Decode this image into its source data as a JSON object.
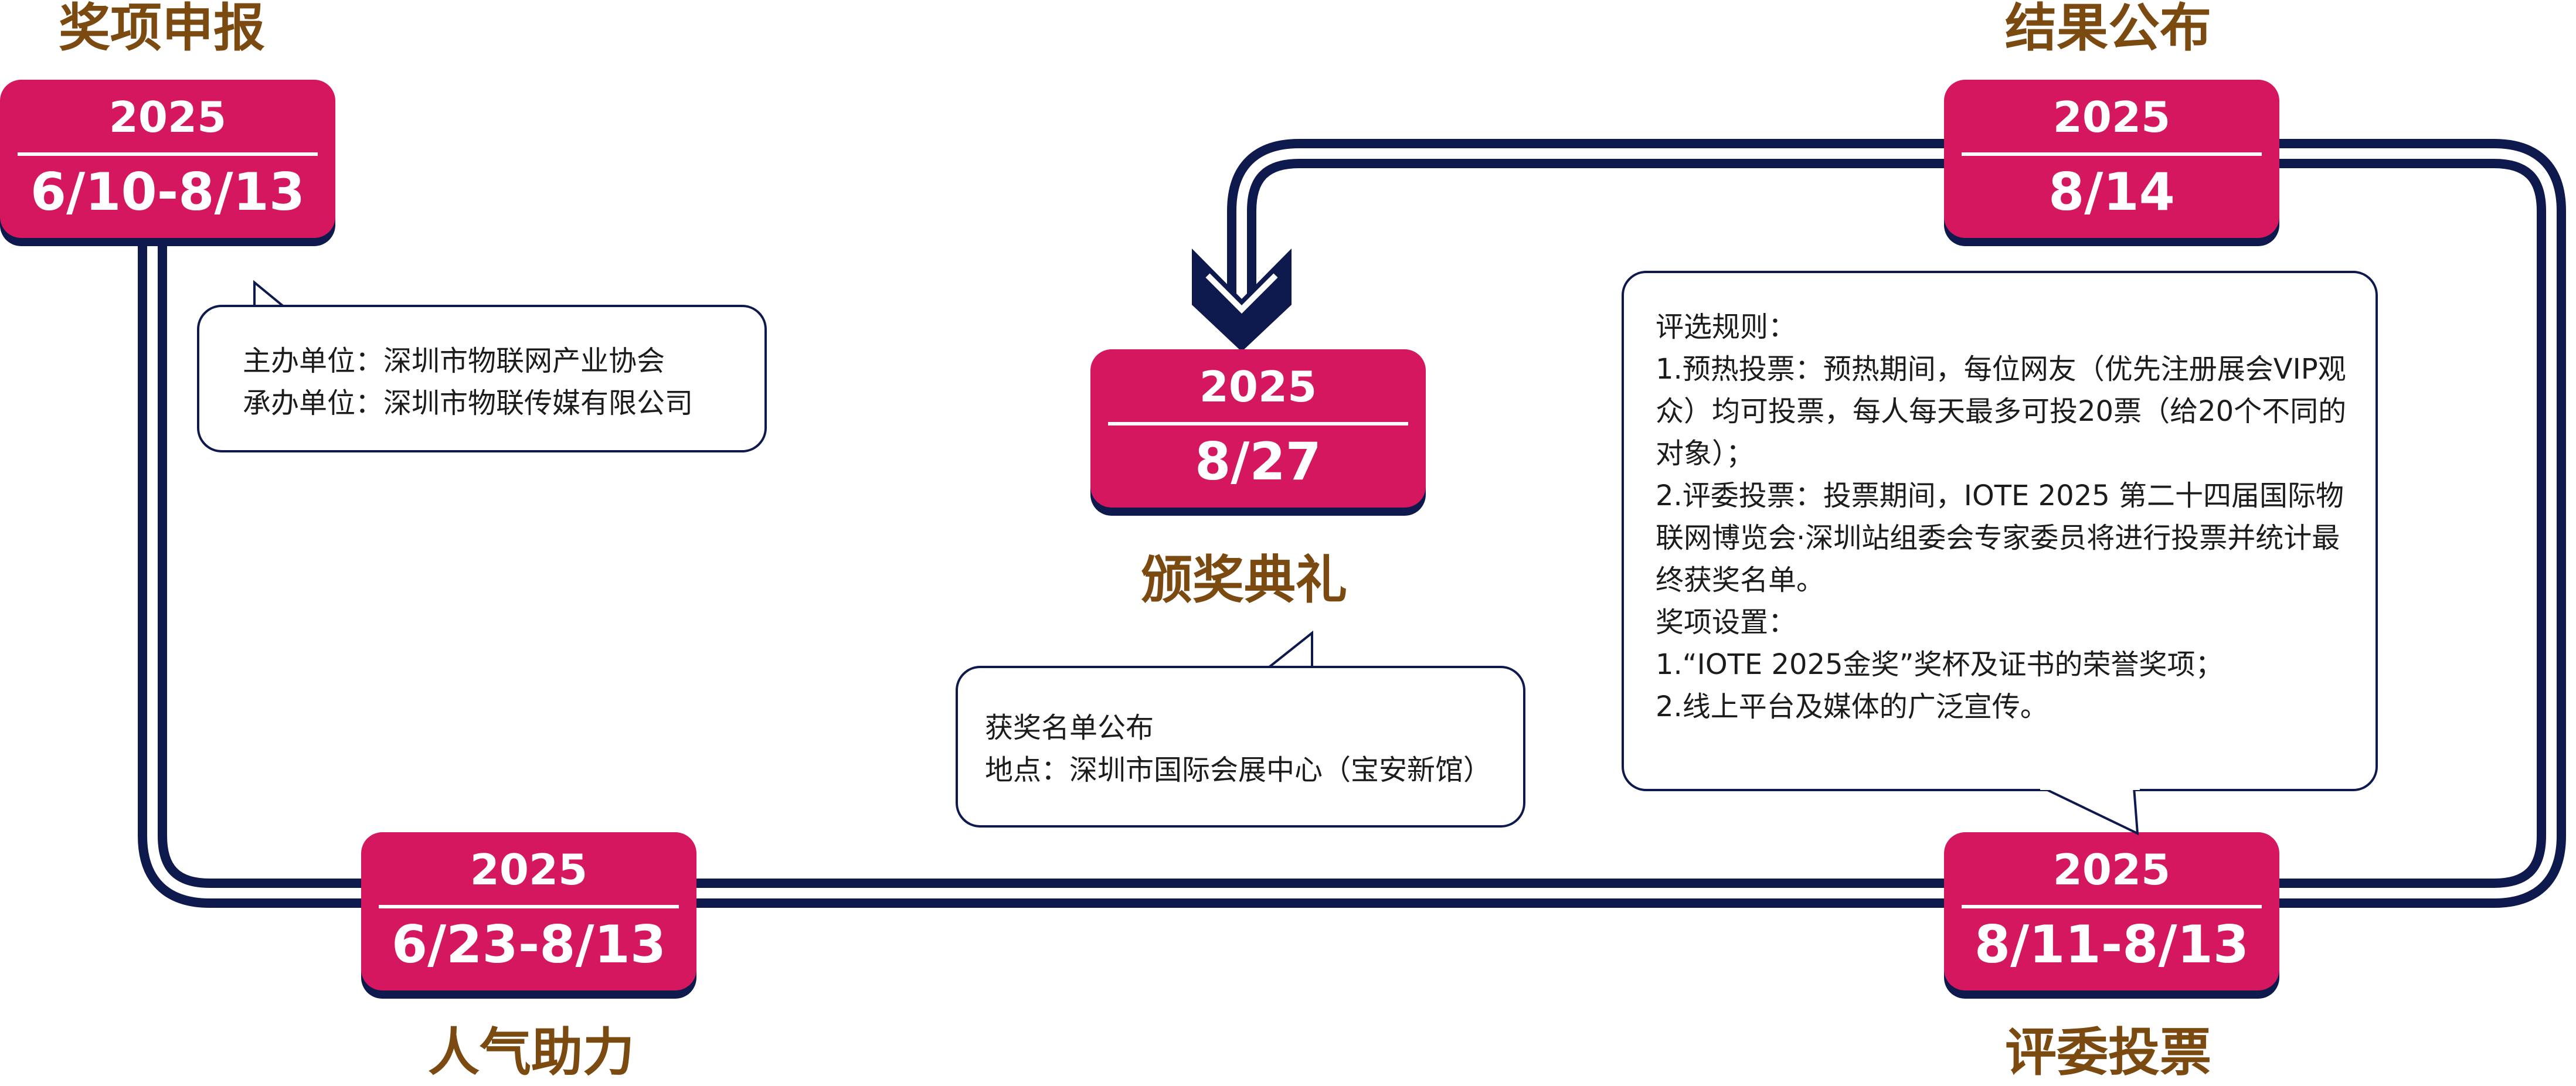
{
  "stages": [
    {
      "id": "apply",
      "title": "奖项申报",
      "year": "2025",
      "range": "6/10-8/13"
    },
    {
      "id": "popular",
      "title": "人气助力",
      "year": "2025",
      "range": "6/23-8/13"
    },
    {
      "id": "vote",
      "title": "评委投票",
      "year": "2025",
      "range": "8/11-8/13"
    },
    {
      "id": "result",
      "title": "结果公布",
      "year": "2025",
      "range": "8/14"
    },
    {
      "id": "ceremony",
      "title": "颁奖典礼",
      "year": "2025",
      "range": "8/27"
    }
  ],
  "organizer_note": {
    "host": "主办单位：深圳市物联网产业协会",
    "undertaker": "承办单位：深圳市物联传媒有限公司"
  },
  "ceremony_note": {
    "line1": "获奖名单公布",
    "line2": "地点：深圳市国际会展中心（宝安新馆）"
  },
  "rules_note": {
    "heading": "评选规则：",
    "rule1": "1.预热投票：预热期间，每位网友（优先注册展会VIP观众）均可投票，每人每天最多可投20票（给20个不同的对象）；",
    "rule2": "2.评委投票：投票期间，IOTE 2025 第二十四届国际物联网博览会·深圳站组委会专家委员将进行投票并统计最终获奖名单。",
    "awards_heading": "奖项设置：",
    "award1": "1.“IOTE 2025金奖”奖杯及证书的荣誉奖项；",
    "award2": "2.线上平台及媒体的广泛宣传。"
  },
  "colors": {
    "accent": "#d4175f",
    "track": "#0e1a4d",
    "title": "#7a4a10"
  }
}
